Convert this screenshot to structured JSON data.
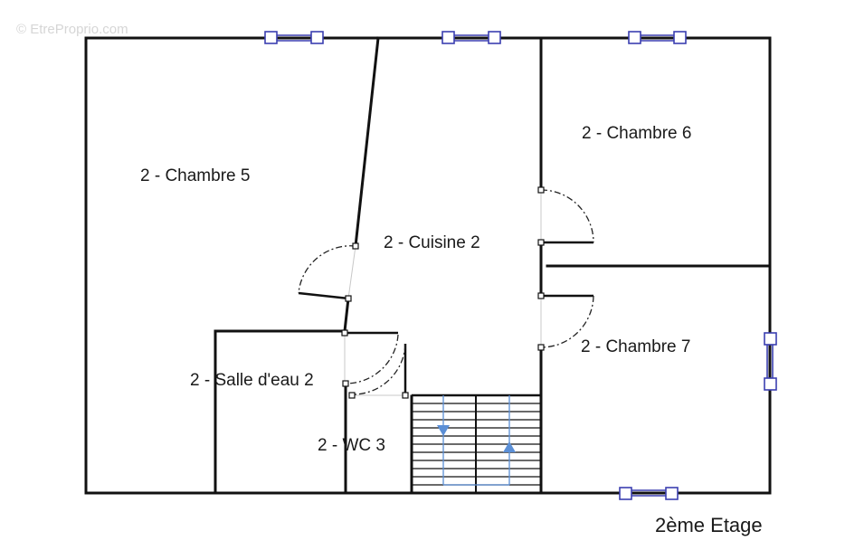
{
  "watermark": "© EtreProprio.com",
  "floor_title": "2ème Etage",
  "rooms": {
    "chambre5": "2 - Chambre 5",
    "chambre6": "2 - Chambre 6",
    "cuisine2": "2 - Cuisine 2",
    "chambre7": "2 - Chambre 7",
    "salle_eau2": "2 - Salle d'eau 2",
    "wc3": "2 - WC 3"
  },
  "colors": {
    "wall": "#111111",
    "window": "#3b3fb0",
    "stair_arrow": "#5b8fd6",
    "door_swing": "#222222",
    "watermark": "#d6d6d6"
  }
}
